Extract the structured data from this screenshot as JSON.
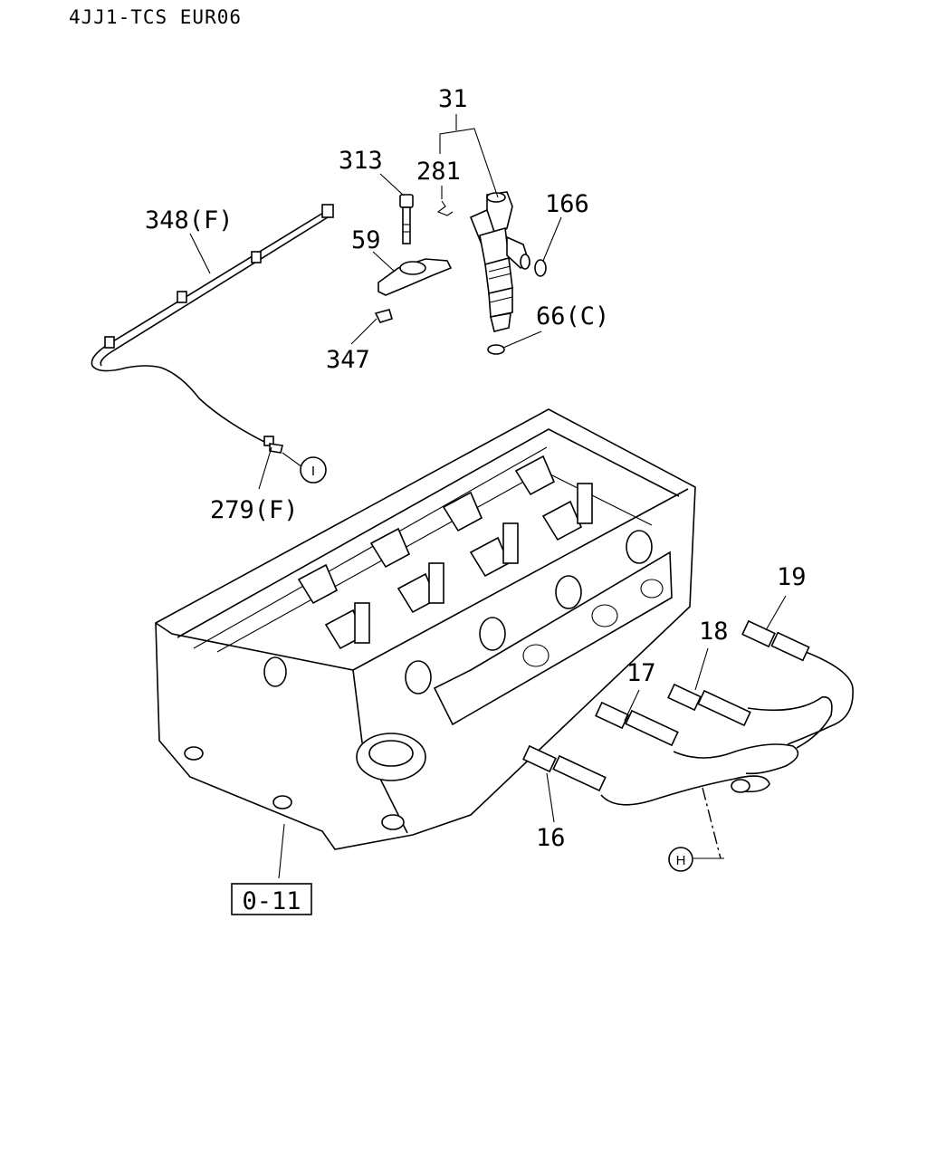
{
  "header": {
    "title": "4JJ1-TCS EUR06"
  },
  "callouts": {
    "c31": "31",
    "c313": "313",
    "c281": "281",
    "c166": "166",
    "c348": "348(F)",
    "c59": "59",
    "c66": "66(C)",
    "c347": "347",
    "c279": "279(F)",
    "c19": "19",
    "c18": "18",
    "c17": "17",
    "c16": "16"
  },
  "refs": {
    "circle_i": "I",
    "circle_h": "H",
    "box_ref": "0-11"
  }
}
